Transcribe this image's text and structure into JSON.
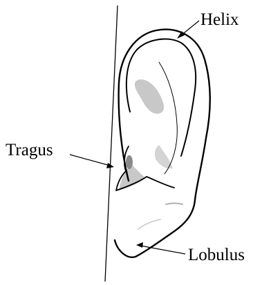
{
  "labels": {
    "helix": "Helix",
    "tragus": "Tragus",
    "lobulus": "Lobulus"
  },
  "colors": {
    "stroke": "#000000",
    "shading": "#c8c8c8",
    "shading_dark": "#8a8a8a",
    "background": "#ffffff"
  }
}
